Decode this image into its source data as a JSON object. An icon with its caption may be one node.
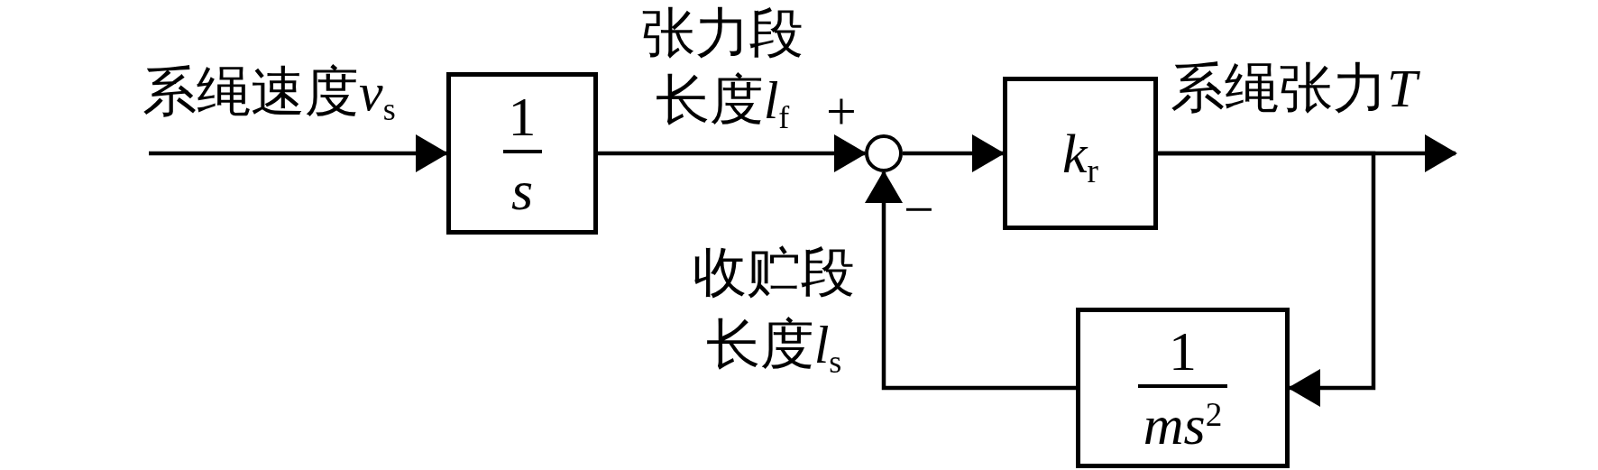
{
  "diagram": {
    "nodes": [
      {
        "text": [
          "1",
          "s"
        ]
      },
      {
        "text": [],
        "shape": "circle"
      },
      {
        "text": [
          "*k*$_{r}$"
        ]
      },
      {
        "text": [
          "1",
          "ms$^{2}$"
        ]
      }
    ],
    "edges": [
      {
        "from": null,
        "to": 0,
        "arrow": "to",
        "label": "系绳速度v$_{s}$"
      },
      {
        "from": 0,
        "to": 1,
        "arrow": "to",
        "label": "张力段长度l$_{f}$"
      },
      {
        "from": 1,
        "to": 2,
        "arrow": "to"
      },
      {
        "from": 2,
        "to": null,
        "arrow": "to",
        "label": "系绳张力T"
      },
      {
        "from": 2,
        "to": 3,
        "arrow": "to"
      },
      {
        "from": 3,
        "to": 1,
        "arrow": "to",
        "label": "收贮段长度l$_{s}$"
      }
    ],
    "labels": [
      "+",
      "−"
    ]
  }
}
